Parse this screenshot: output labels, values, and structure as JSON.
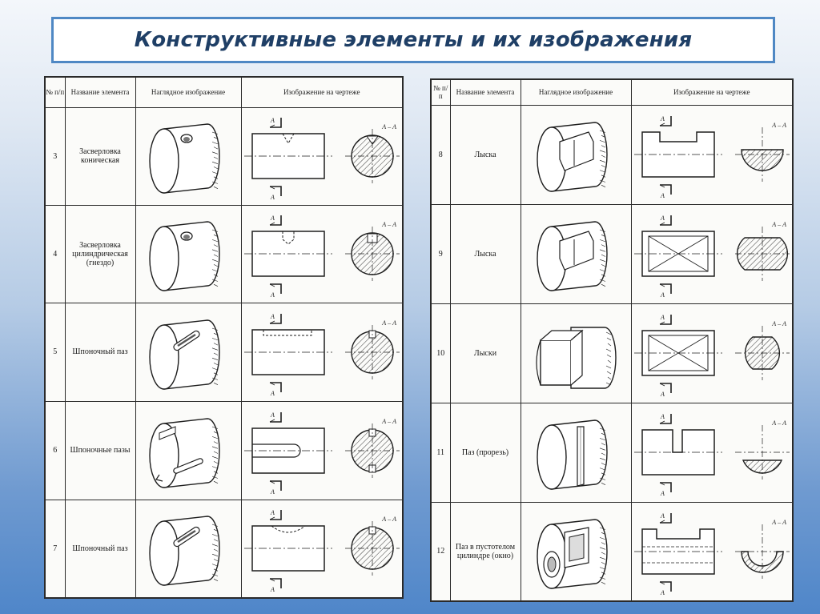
{
  "title": "Конструктивные элементы и их изображения",
  "header": {
    "num": "№ п/п",
    "name": "Название элемента",
    "pictorial": "Наглядное изображение",
    "drawing": "Изображение на чертеже"
  },
  "section_label": "А – А",
  "cut_label": "А",
  "tables": [
    {
      "rows": [
        {
          "num": "3",
          "name": "Засверловка коническая",
          "pic": "hole",
          "front": "cone",
          "section": "v"
        },
        {
          "num": "4",
          "name": "Засверловка цилиндрическая (гнездо)",
          "pic": "hole",
          "front": "drill",
          "section": "u"
        },
        {
          "num": "5",
          "name": "Шпоночный паз",
          "pic": "slot",
          "front": "keyslot",
          "section": "notch"
        },
        {
          "num": "6",
          "name": "Шпоночные пазы",
          "pic": "slots2",
          "front": "keyways",
          "section": "notch2"
        },
        {
          "num": "7",
          "name": "Шпоночный паз",
          "pic": "slot",
          "front": "keyarc",
          "section": "notch"
        }
      ]
    },
    {
      "rows": [
        {
          "num": "8",
          "name": "Лыска",
          "pic": "flat",
          "front": "flatstep",
          "section": "dcut"
        },
        {
          "num": "9",
          "name": "Лыска",
          "pic": "flat",
          "front": "cross",
          "section": "flat1"
        },
        {
          "num": "10",
          "name": "Лыски",
          "pic": "flats",
          "front": "cross",
          "section": "flat2"
        },
        {
          "num": "11",
          "name": "Паз (прорезь)",
          "pic": "groove",
          "front": "groove",
          "section": "halfdisc"
        },
        {
          "num": "12",
          "name": "Паз в пустотелом цилиндре (окно)",
          "pic": "hollow",
          "front": "window",
          "section": "ring"
        }
      ]
    }
  ]
}
